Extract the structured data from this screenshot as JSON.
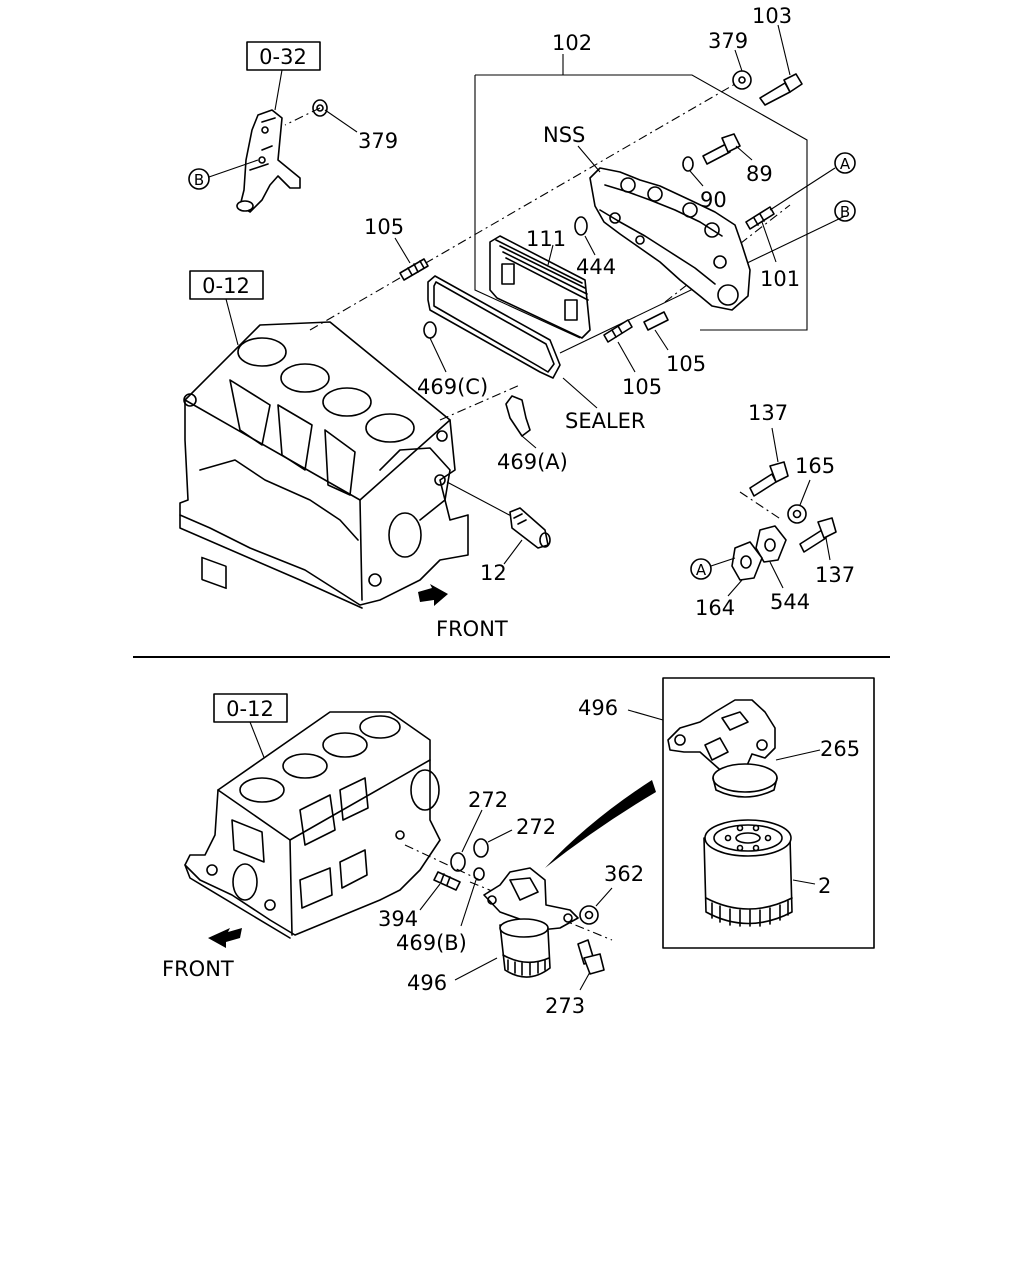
{
  "refs": {
    "o32": "0-32",
    "o12_top": "0-12",
    "o12_bottom": "0-12"
  },
  "callouts": {
    "a1": "A",
    "b1": "B",
    "a2": "A",
    "b2": "B"
  },
  "labels": {
    "t379a": "379",
    "t379b": "379",
    "t103": "103",
    "t102": "102",
    "nss": "NSS",
    "t89": "89",
    "t90": "90",
    "t105a": "105",
    "t111": "111",
    "t444": "444",
    "t101": "101",
    "t105b": "105",
    "t105c": "105",
    "t469c": "469(C)",
    "sealer": "SEALER",
    "t469a": "469(A)",
    "t12": "12",
    "front1": "FRONT",
    "t137a": "137",
    "t165": "165",
    "t137b": "137",
    "t164": "164",
    "t544": "544",
    "t496a": "496",
    "t265": "265",
    "t2": "2",
    "t272a": "272",
    "t272b": "272",
    "t362": "362",
    "t394": "394",
    "t469b": "469(B)",
    "t496b": "496",
    "t273": "273",
    "front2": "FRONT"
  }
}
